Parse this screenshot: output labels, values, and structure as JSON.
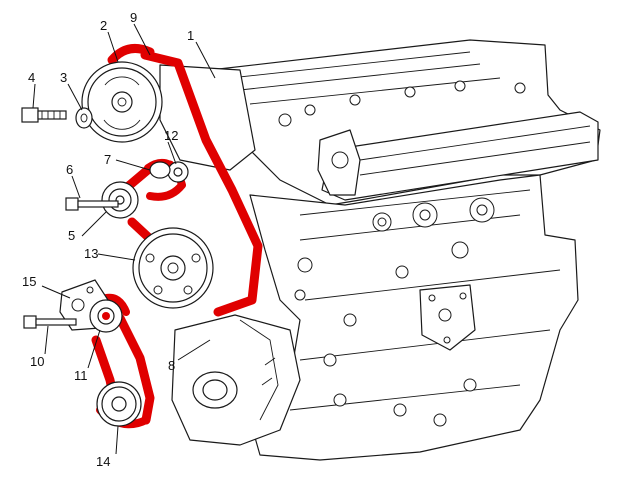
{
  "diagram": {
    "belt_color": "#e00000",
    "line_color": "#1a1a1a",
    "callouts": [
      {
        "id": "c1",
        "text": "1"
      },
      {
        "id": "c2",
        "text": "2"
      },
      {
        "id": "c3",
        "text": "3"
      },
      {
        "id": "c4",
        "text": "4"
      },
      {
        "id": "c5",
        "text": "5"
      },
      {
        "id": "c6",
        "text": "6"
      },
      {
        "id": "c7",
        "text": "7"
      },
      {
        "id": "c8",
        "text": "8"
      },
      {
        "id": "c9",
        "text": "9"
      },
      {
        "id": "c10",
        "text": "10"
      },
      {
        "id": "c11",
        "text": "11"
      },
      {
        "id": "c12",
        "text": "12"
      },
      {
        "id": "c13",
        "text": "13"
      },
      {
        "id": "c14",
        "text": "14"
      },
      {
        "id": "c15",
        "text": "15"
      }
    ]
  }
}
